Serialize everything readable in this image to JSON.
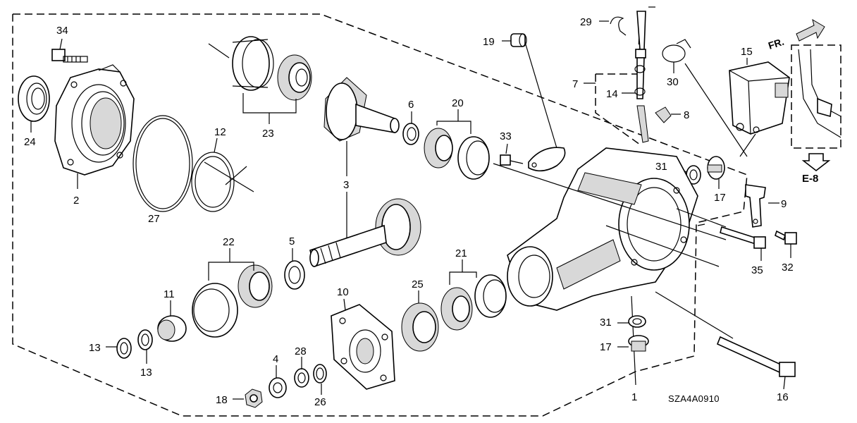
{
  "diagram": {
    "reference_code": "SZA4A0910",
    "direction": {
      "label": "FR."
    },
    "ref_box": {
      "label": "E-8"
    },
    "part_numbers": [
      "34",
      "24",
      "2",
      "27",
      "12",
      "23",
      "3",
      "6",
      "20",
      "19",
      "29",
      "7",
      "14",
      "30",
      "8",
      "15",
      "33",
      "31",
      "17",
      "9",
      "35",
      "32",
      "22",
      "5",
      "11",
      "13",
      "13",
      "10",
      "25",
      "21",
      "4",
      "28",
      "18",
      "26",
      "31",
      "17",
      "16",
      "1"
    ]
  }
}
